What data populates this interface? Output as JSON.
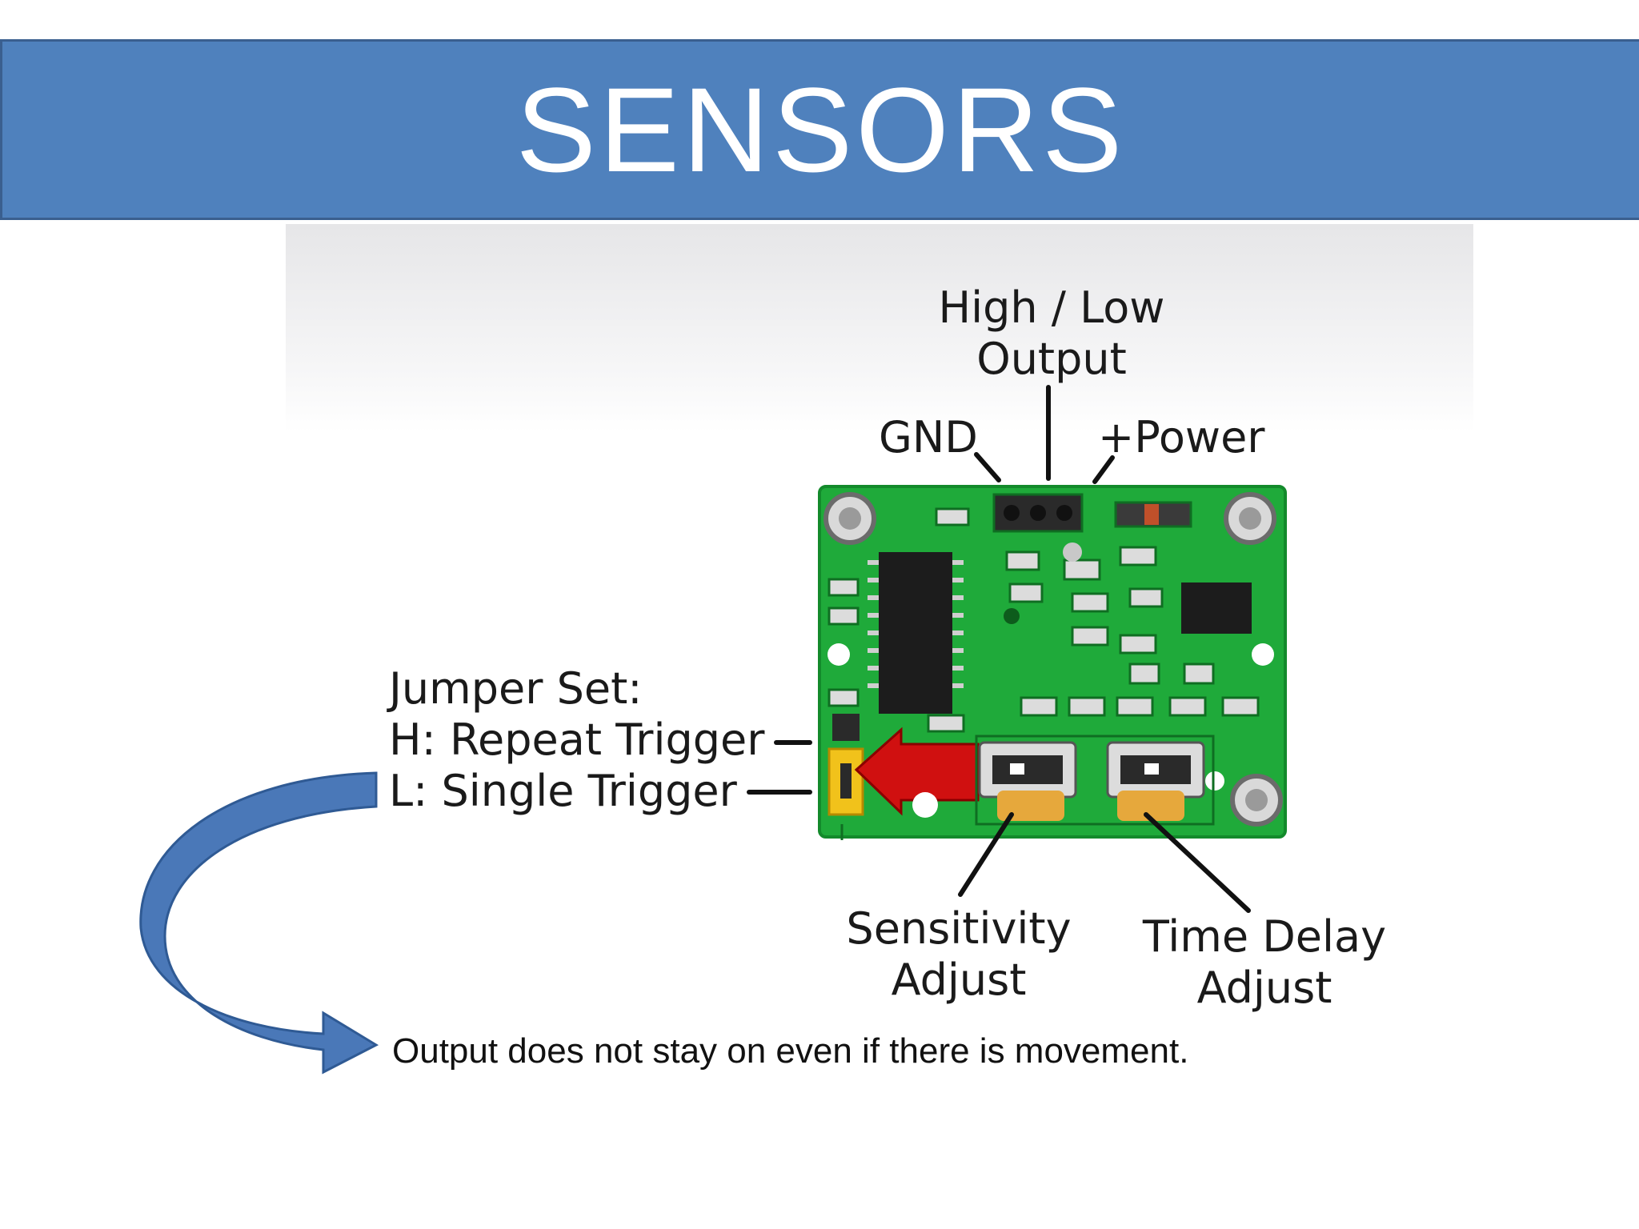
{
  "slide": {
    "title": "SENSORS",
    "caption": "Output does not stay on even if there is movement."
  },
  "diagram": {
    "labels": {
      "high_low_line1": "High / Low",
      "high_low_line2": "Output",
      "gnd": "GND",
      "power": "+Power",
      "jumper_set": "Jumper Set:",
      "repeat_trigger": "H: Repeat Trigger",
      "single_trigger": "L: Single Trigger",
      "sensitivity_line1": "Sensitivity",
      "sensitivity_line2": "Adjust",
      "time_delay_line1": "Time Delay",
      "time_delay_line2": "Adjust"
    }
  },
  "colors": {
    "title_band": "#4f81bd",
    "pcb_green": "#1faa3a",
    "arrow_blue": "#4a78b8",
    "pointer_red": "#d01010",
    "trimmer_orange": "#e6a83c",
    "jumper_yellow": "#f1c21b"
  }
}
